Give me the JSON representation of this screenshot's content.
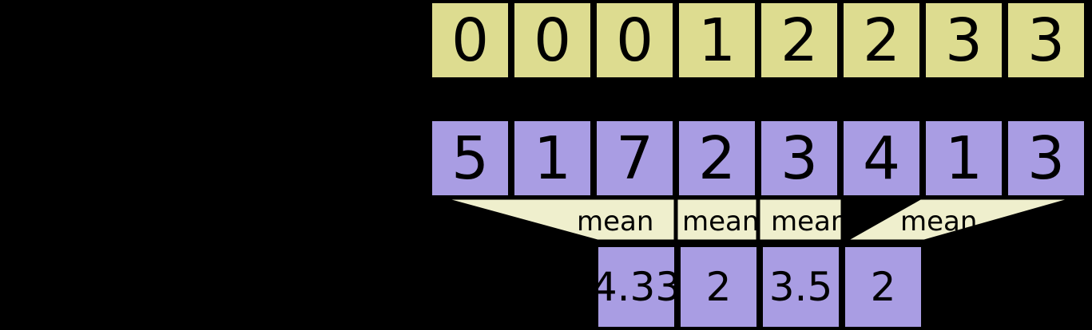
{
  "diagram": {
    "title": "mean-pooling-diagram",
    "colors": {
      "background": "#000000",
      "index_row_fill": "#dddc90",
      "value_row_fill": "#a99de3",
      "funnel_fill": "#efefcd",
      "stroke": "#000000",
      "text": "#000000"
    },
    "index_row": {
      "name": "segment-ids-row",
      "cells": [
        "0",
        "0",
        "0",
        "1",
        "2",
        "2",
        "3",
        "3"
      ]
    },
    "value_row": {
      "name": "values-row",
      "cells": [
        "5",
        "1",
        "7",
        "2",
        "3",
        "4",
        "1",
        "3"
      ]
    },
    "operations": {
      "name": "mean-operations",
      "labels": [
        "mean",
        "mean",
        "mean",
        "mean"
      ]
    },
    "output_row": {
      "name": "pooled-output-row",
      "cells": [
        "4.33",
        "2",
        "3.5",
        "2"
      ]
    }
  }
}
